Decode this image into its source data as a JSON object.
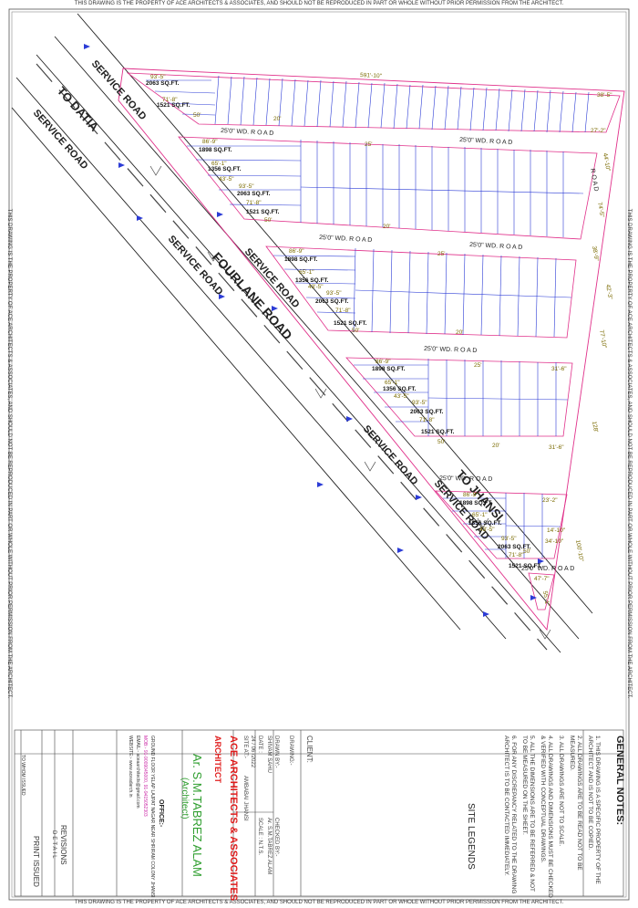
{
  "notices": {
    "ownership": "THIS DRAWING IS THE PROPERTY OF ACE ARCHITECTS & ASSOCIATES, AND SHOULD NOT BE REPRODUCED IN PART OR WHOLE WITHOUT PRIOR PERMISSION FROM THE ARCHITECT."
  },
  "roads": {
    "service_road": "SERVICE ROAD",
    "fourlane_road": "FOURLANE ROAD",
    "to_datia": "TO DATIA",
    "to_jhansi": "TO JHANSI",
    "internal_road": "25'0\"   WD.   R O A D",
    "side_road": "R O A D"
  },
  "dimensions": {
    "frontage_top": "591'-10\"",
    "d_93_5": "93'-5\"",
    "d_71_8": "71'-8\"",
    "d_86_9": "86'-9\"",
    "d_65_1": "65'-1\"",
    "d_43_5": "43'-5\"",
    "d_50": "50'",
    "d_20": "20'",
    "d_25": "25'",
    "d_38_5": "38'-5\"",
    "d_27_2": "27'-2\"",
    "d_44_10": "44'-10\"",
    "d_74_5": "74'-5\"",
    "d_38_9": "38'-9\"",
    "d_42_3": "42'-3\"",
    "d_77_10": "77'-10\"",
    "d_128": "128'",
    "d_100_10": "100'-10\"",
    "d_31_6": "31'-6\"",
    "d_23_2": "23'-2\"",
    "d_34_10": "34'-10\"",
    "d_14_10": "14'-10\"",
    "d_47_7": "47'-7\"",
    "d_55_1": "55'-1\""
  },
  "areas": {
    "a2063": "2063 SQ.FT.",
    "a1521": "1521 SQ.FT.",
    "a1898": "1898 SQ.FT.",
    "a1356": "1356 SQ.FT."
  },
  "title_block": {
    "general_notes_title": "GENERAL NOTES:",
    "notes": [
      "1. THIS DRAWING IS A SPECIFIC PROPERTY OF THE",
      "ARCHITECT AND IS NOT TO BE COPIED.",
      "2. ALL DRAWINGS ARE TO BE READ NOT TO BE",
      "MEASURED.",
      "3. ALL DRAWINGS ARE NOT TO SCALE.",
      "4. ALL DRAWINGS AND DIMENSIONS MUST BE CHECKED",
      "& VERIFIED WITH CONCEPTUAL DRAWINGS.",
      "5. ALL THE DIMENSIONS ARE TO BE REFERRED & NOT",
      "TO BE MEASURED ON THE SHEET.",
      "6. FOR ANY DISCREPANCY RELATED TO THE DRAWING",
      "ARCHITECT IS TO BE CONTACTED IMMEDIATELY."
    ],
    "site_legends": "SITE LEGENDS",
    "client_label": "CLIENT:",
    "drawing_label": "DRAWING:-",
    "drawn_by_label": "DRAWN BY:-",
    "drawn_by": "SHIVAM SAHU",
    "checked_by_label": "CHECKED BY:-",
    "checked_by": "Ar. S.M.TABREZ ALAM",
    "date_label": "DATE :",
    "date": "24 / 06 /2022",
    "scale_label": "SCALE : N.T.S.",
    "site_label": "SITE AT:- ",
    "site": "AMBABAI JHANSI",
    "firm": "ACE ARCHITECTS & ASSOCIATES",
    "firm_sub": "ARCHITECT",
    "architect": "Ar. S.M.TABREZ ALAM",
    "architect_role": "(Architect)",
    "office_label": "OFFICE:-",
    "office_addr": "GROUND FLOOR YELAP LAJPAT NAGAR NEAR SHRIRAM COLONY JHANSI",
    "mob": "MOB:- 91-9009045000, 91-9415052303",
    "email": "EMAIL:- aceaarchitects@gmail.com",
    "website": "WEBSITE:- www.aceadarch.in",
    "revisions": "REVISIONS",
    "detail": "DETAIL",
    "print_issued": "PRINT ISSUED",
    "to_whom": "TO WHOM ISSUED"
  },
  "colors": {
    "plot_line": "#2c3cd6",
    "boundary": "#e0308a",
    "road_edge": "#222222",
    "dim_text": "#7a6a00",
    "firm_red": "#e01b1b",
    "architect_green": "#2e9e2e",
    "contact_magenta": "#cc2aa8"
  },
  "icons": [
    "arrow-icon"
  ]
}
